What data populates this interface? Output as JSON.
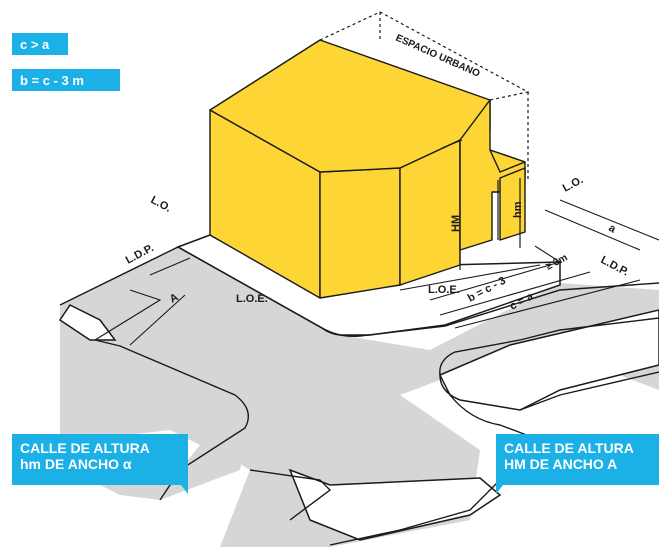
{
  "badges": {
    "condition": "c > a",
    "formula": "b = c - 3 m"
  },
  "labels": {
    "espacio_urbano": "ESPACIO URBANO",
    "lo_left": "L.O.",
    "lo_right": "L.O.",
    "ldp_left": "L.D.P.",
    "ldp_right": "L.D.P.",
    "loe_left": "L.O.E.",
    "loe_right": "L.O.E.",
    "hm_upper": "HM",
    "hm_lower": "hm",
    "dim_a_upper": "A",
    "dim_a_lower": "a",
    "dim_b": "b = c - 3",
    "dim_c": "c = a",
    "dim_3m": "≥ 3m"
  },
  "streets": {
    "left_line1": "CALLE DE ALTURA",
    "left_line2": "hm DE ANCHO α",
    "right_line1": "CALLE DE ALTURA",
    "right_line2": "HM DE ANCHO A"
  },
  "colors": {
    "building": "#fdd535",
    "street": "#d4d4d4",
    "accent": "#1bb0e6"
  }
}
